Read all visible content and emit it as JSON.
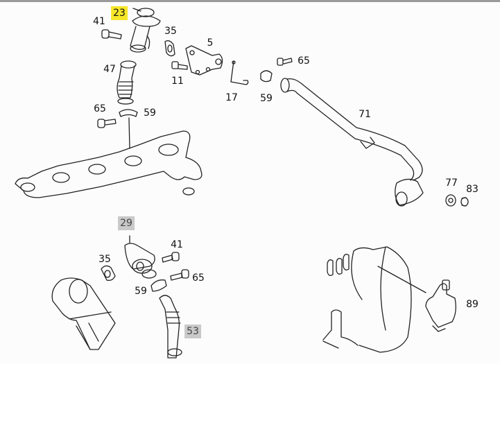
{
  "diagram": {
    "title": "EGR valve parts diagram",
    "highlight_colors": {
      "selected": "#f5e62a",
      "related": "#c9c9c9"
    },
    "callouts": [
      {
        "id": "c23",
        "label": "23",
        "highlight": "yellow"
      },
      {
        "id": "c41a",
        "label": "41"
      },
      {
        "id": "c35a",
        "label": "35"
      },
      {
        "id": "c5",
        "label": "5"
      },
      {
        "id": "c65a",
        "label": "65"
      },
      {
        "id": "c47",
        "label": "47"
      },
      {
        "id": "c11",
        "label": "11"
      },
      {
        "id": "c17",
        "label": "17"
      },
      {
        "id": "c59a",
        "label": "59"
      },
      {
        "id": "c65b",
        "label": "65"
      },
      {
        "id": "c59b",
        "label": "59"
      },
      {
        "id": "c71",
        "label": "71"
      },
      {
        "id": "c77",
        "label": "77"
      },
      {
        "id": "c83",
        "label": "83"
      },
      {
        "id": "c29",
        "label": "29",
        "highlight": "gray"
      },
      {
        "id": "c41b",
        "label": "41"
      },
      {
        "id": "c35b",
        "label": "35"
      },
      {
        "id": "c65c",
        "label": "65"
      },
      {
        "id": "c59c",
        "label": "59"
      },
      {
        "id": "c53",
        "label": "53",
        "highlight": "gray"
      },
      {
        "id": "c89",
        "label": "89"
      }
    ]
  }
}
